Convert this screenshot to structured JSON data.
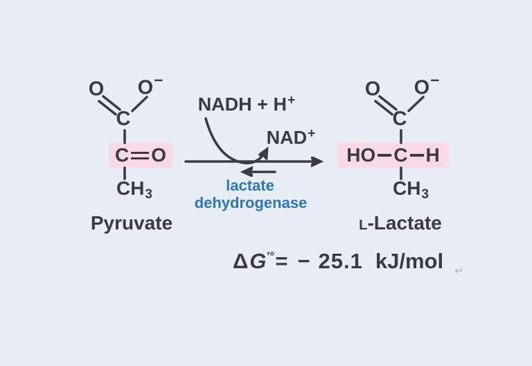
{
  "figure": {
    "background_color": "#e8edf4",
    "text_color": "#3a3b42",
    "enzyme_color": "#2e77b7",
    "highlight_color": "#f9d9e8",
    "pyruvate": {
      "name": "Pyruvate",
      "carbonyl_o": "O",
      "carboxylate_o": "O",
      "carboxylate_charge": "−",
      "carboxyl_c": "C",
      "keto_c": "C",
      "keto_o": "O",
      "methyl": "CH",
      "methyl_sub": "3"
    },
    "lactate": {
      "name_prefix": "L",
      "name_rest": "-Lactate",
      "carbonyl_o": "O",
      "carboxylate_o": "O",
      "carboxylate_charge": "−",
      "carboxyl_c": "C",
      "hydroxyl_ho": "HO",
      "alpha_c": "C",
      "alpha_h": "H",
      "methyl": "CH",
      "methyl_sub": "3"
    },
    "reaction": {
      "substrate_cofactor": "NADH + H",
      "substrate_cofactor_sup": "+",
      "product_cofactor": "NAD",
      "product_cofactor_sup": "+",
      "enzyme_line1": "lactate",
      "enzyme_line2": "dehydrogenase"
    },
    "energy": {
      "delta": "Δ",
      "g": "G",
      "sup": "′°",
      "equals": "=",
      "minus": "−",
      "value": "25.1",
      "unit": "kJ/mol",
      "return_mark": "↵"
    }
  }
}
